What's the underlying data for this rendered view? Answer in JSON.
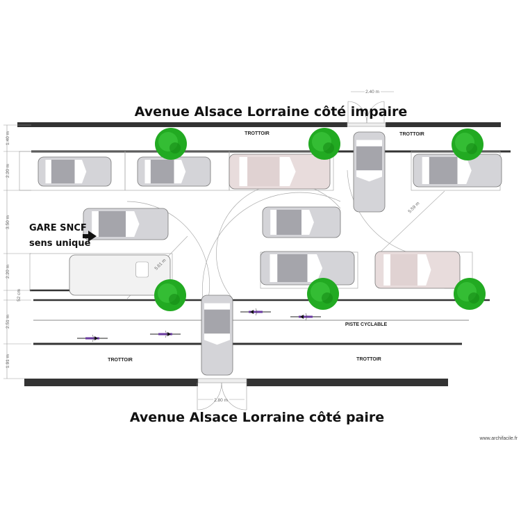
{
  "titles": {
    "top": "Avenue Alsace Lorraine côté impaire",
    "bottom": "Avenue Alsace Lorraine côté paire"
  },
  "labels": {
    "trottoir_top_left": "TROTTOIR",
    "trottoir_top_right": "TROTTOIR",
    "piste": "PISTE CYCLABLE",
    "trottoir_bottom_left": "TROTTOIR",
    "trottoir_bottom_right": "TROTTOIR",
    "gare_line1": "GARE SNCF",
    "gare_line2": "sens unique"
  },
  "dimensions": {
    "door_top": "2.40 m",
    "door_bottom": "2.80 m",
    "d1": "1.40 m",
    "d2": "2.20 m",
    "d3": "3.50 m",
    "d4": "2.20 m",
    "d5": "52 cm",
    "d6": "2.51 m",
    "d7": "1.91 m",
    "diag_left": "5.61 m",
    "diag_right": "5.59 m"
  },
  "watermark": "www.archifacile.fr",
  "colors": {
    "wall": "#333333",
    "tree": "#22aa22",
    "car": "#d4d4d8",
    "car_pink": "#e8dcdc",
    "bike": "#6a3aa0"
  }
}
